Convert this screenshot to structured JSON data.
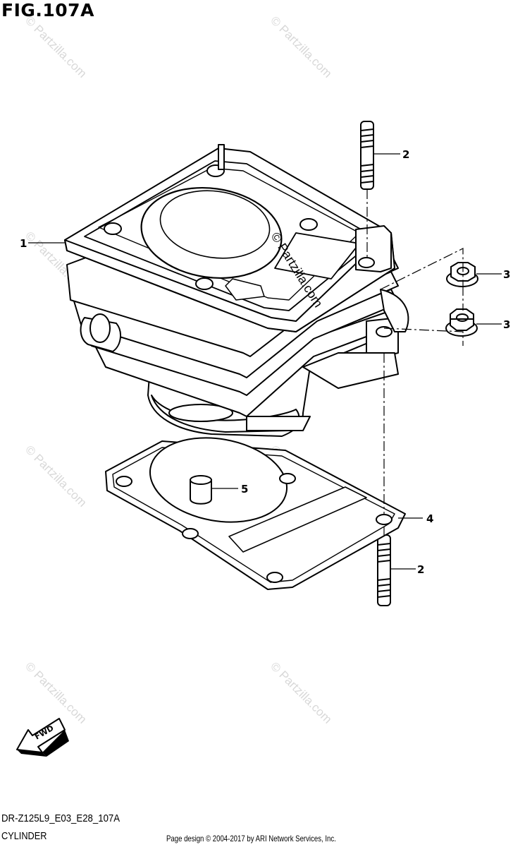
{
  "figure": {
    "title": "FIG.107A"
  },
  "callouts": [
    {
      "id": "1",
      "label": "1"
    },
    {
      "id": "2a",
      "label": "2"
    },
    {
      "id": "3a",
      "label": "3"
    },
    {
      "id": "3b",
      "label": "3"
    },
    {
      "id": "4",
      "label": "4"
    },
    {
      "id": "5",
      "label": "5"
    },
    {
      "id": "2b",
      "label": "2"
    }
  ],
  "direction_marker": {
    "label": "FWD"
  },
  "watermark": {
    "text": "© Partzilla.com"
  },
  "footer": {
    "model_code": "DR-Z125L9_E03_E28_107A",
    "section_name": "CYLINDER",
    "copyright": "Page design © 2004-2017 by ARI Network Services, Inc."
  }
}
